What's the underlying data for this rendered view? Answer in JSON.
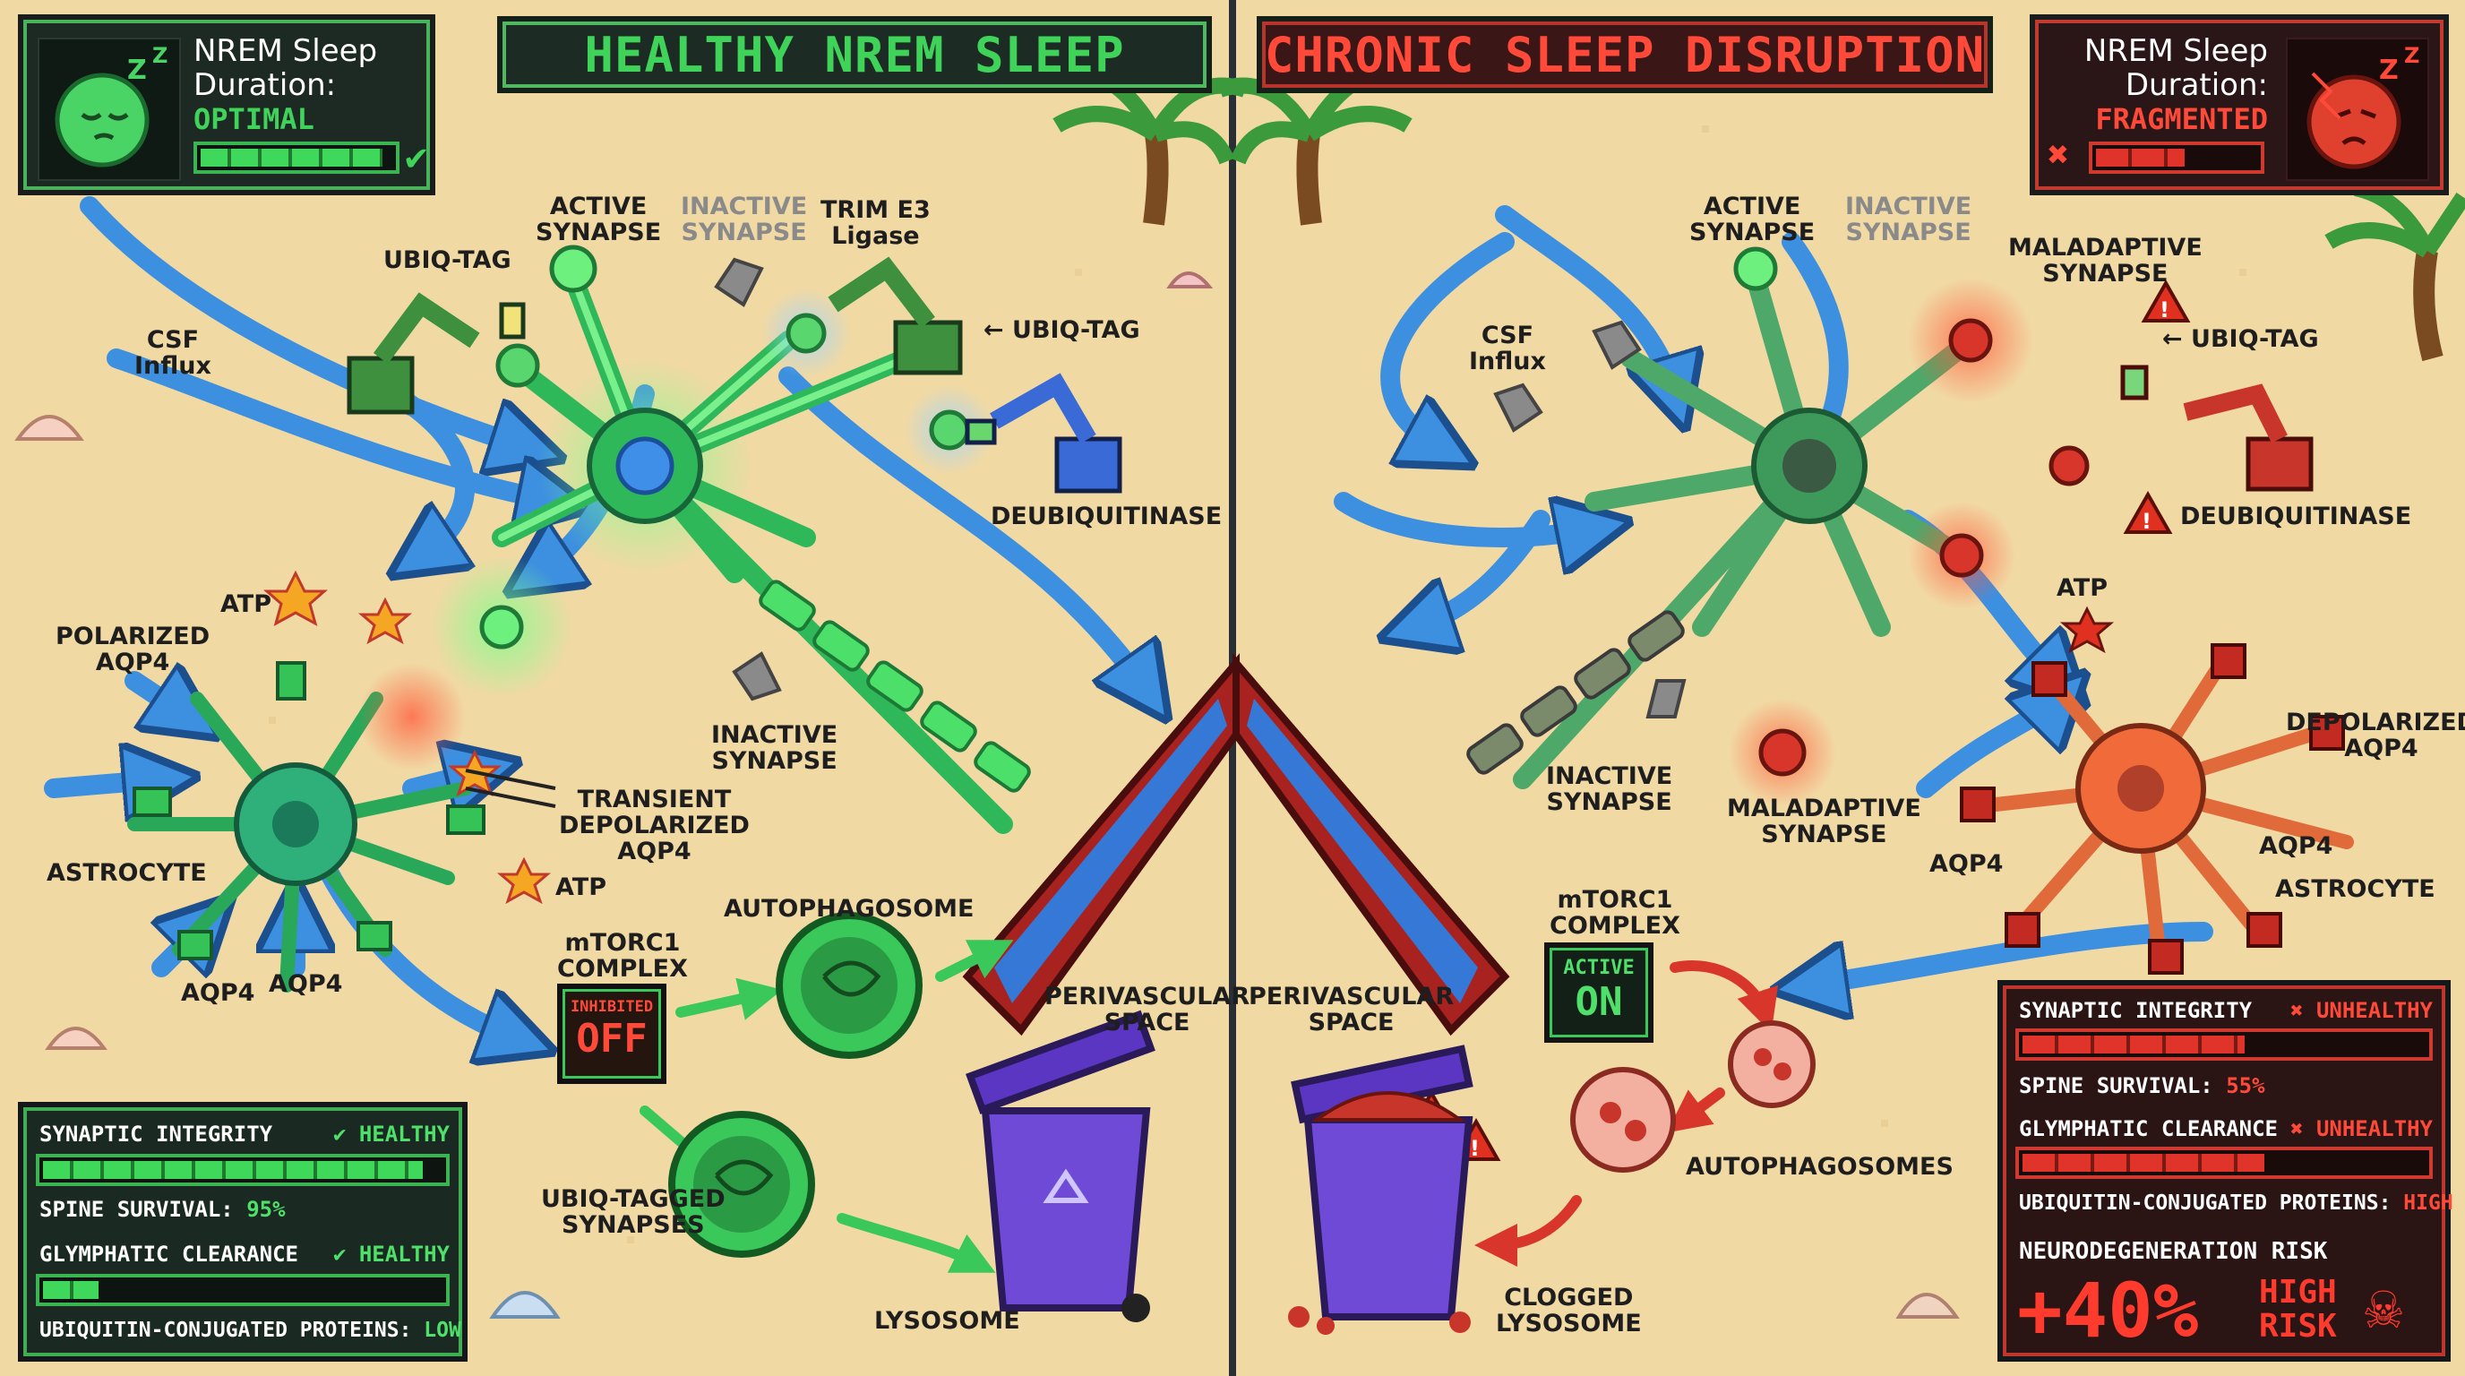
{
  "colors": {
    "sand": "#f1d9a4",
    "healthy_green": "#3fd35a",
    "disrupted_red": "#ff4a3a",
    "csf_blue": "#3d8fe0",
    "divider": "#2a2f36"
  },
  "left": {
    "banner": "HEALTHY NREM SLEEP",
    "sleep_card": {
      "icon": "sleeping-face-icon",
      "title_line1": "NREM Sleep",
      "title_line2": "Duration:",
      "status": "OPTIMAL",
      "progress": 0.95,
      "check_icon": "check-icon"
    },
    "labels": {
      "csf_influx_1": "CSF",
      "csf_influx_2": "Influx",
      "ubiq_tag_top": "UBIQ-TAG",
      "active_synapse_1": "ACTIVE",
      "active_synapse_2": "SYNAPSE",
      "inactive_synapse_top_1": "INACTIVE",
      "inactive_synapse_top_2": "SYNAPSE",
      "trim_1": "TRIM E3",
      "trim_2": "Ligase",
      "ubiq_tag_right": "← UBIQ-TAG",
      "deubiquitinase": "DEUBIQUITINASE",
      "polarized_1": "POLARIZED",
      "polarized_2": "AQP4",
      "atp_1": "ATP",
      "atp_2": "ATP",
      "inactive_synapse_mid_1": "INACTIVE",
      "inactive_synapse_mid_2": "SYNAPSE",
      "transient_1": "TRANSIENT",
      "transient_2": "DEPOLARIZED",
      "transient_3": "AQP4",
      "astrocyte": "ASTROCYTE",
      "aqp4_a": "AQP4",
      "aqp4_b": "AQP4",
      "mtorc_1": "mTORC1",
      "mtorc_2": "COMPLEX",
      "autophagosome": "AUTOPHAGOSOME",
      "ubiq_tagged_1": "UBIQ-TAGGED",
      "ubiq_tagged_2": "SYNAPSES",
      "perivascular_1": "PERIVASCULAR",
      "perivascular_2": "SPACE",
      "lysosome": "LYSOSOME"
    },
    "mtorc_state": {
      "small": "INHIBITED",
      "big": "OFF"
    },
    "metrics": {
      "synaptic_integrity_label": "SYNAPTIC INTEGRITY",
      "synaptic_integrity_status": "✔ HEALTHY",
      "synaptic_integrity_level": 0.95,
      "spine_survival_label": "SPINE SURVIVAL:",
      "spine_survival_value": "95%",
      "glymphatic_label": "GLYMPHATIC CLEARANCE",
      "glymphatic_status": "✔ HEALTHY",
      "glymphatic_level": 0.14,
      "ubiquitin_label": "UBIQUITIN-CONJUGATED PROTEINS:",
      "ubiquitin_value": "LOW"
    }
  },
  "right": {
    "banner": "CHRONIC SLEEP DISRUPTION",
    "sleep_card": {
      "icon": "broken-sleep-face-icon",
      "title_line1": "NREM Sleep",
      "title_line2": "Duration:",
      "status": "FRAGMENTED",
      "progress": 0.55,
      "x_icon": "x-icon"
    },
    "labels": {
      "csf_influx_1": "CSF",
      "csf_influx_2": "Influx",
      "active_synapse_1": "ACTIVE",
      "active_synapse_2": "SYNAPSE",
      "inactive_synapse_top_1": "INACTIVE",
      "inactive_synapse_top_2": "SYNAPSE",
      "maladaptive_top_1": "MALADAPTIVE",
      "maladaptive_top_2": "SYNAPSE",
      "ubiq_tag": "← UBIQ-TAG",
      "deubiquitinase": "DEUBIQUITINASE",
      "atp": "ATP",
      "depolarized_1": "DEPOLARIZED",
      "depolarized_2": "AQP4",
      "inactive_synapse_1": "INACTIVE",
      "inactive_synapse_2": "SYNAPSE",
      "maladaptive_bottom_1": "MALADAPTIVE",
      "maladaptive_bottom_2": "SYNAPSE",
      "aqp4_a": "AQP4",
      "aqp4_b": "AQP4",
      "astrocyte": "ASTROCYTE",
      "mtorc_1": "mTORC1",
      "mtorc_2": "COMPLEX",
      "perivascular_1": "PERIVASCULAR",
      "perivascular_2": "SPACE",
      "autophagosomes": "AUTOPHAGOSOMES",
      "clogged_1": "CLOGGED",
      "clogged_2": "LYSOSOME"
    },
    "mtorc_state": {
      "small": "ACTIVE",
      "big": "ON"
    },
    "metrics": {
      "synaptic_integrity_label": "SYNAPTIC INTEGRITY",
      "synaptic_integrity_status": "✖ UNHEALTHY",
      "synaptic_integrity_level": 0.55,
      "spine_survival_label": "SPINE SURVIVAL:",
      "spine_survival_value": "55%",
      "glymphatic_label": "GLYMPHATIC CLEARANCE",
      "glymphatic_status": "✖ UNHEALTHY",
      "glymphatic_level": 0.6,
      "ubiquitin_label": "UBIQUITIN-CONJUGATED PROTEINS:",
      "ubiquitin_value": "HIGH",
      "risk_label": "NEURODEGENERATION RISK",
      "risk_value": "+40%",
      "risk_tag_1": "HIGH",
      "risk_tag_2": "RISK",
      "risk_icon": "skull-crossbones-icon"
    }
  }
}
